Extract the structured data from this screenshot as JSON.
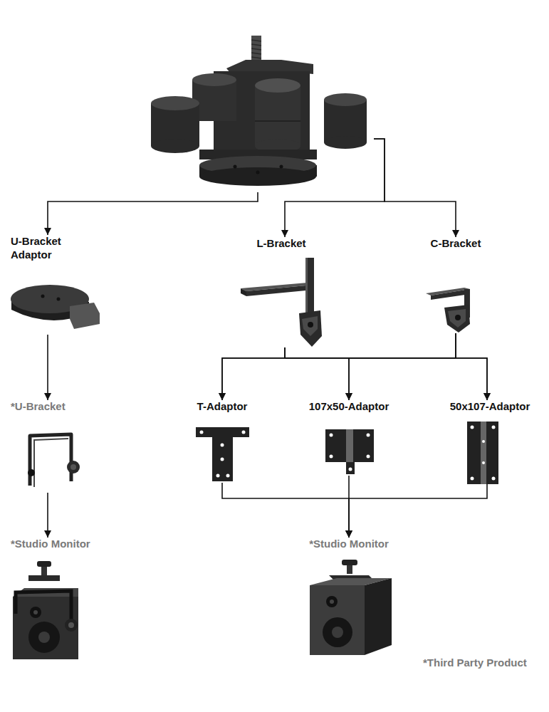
{
  "diagram": {
    "nodes": [
      {
        "text": []
      },
      {
        "text": [
          "U-Bracket Adaptor"
        ]
      },
      {
        "text": [
          "L-Bracket"
        ]
      },
      {
        "text": [
          "C-Bracket"
        ]
      },
      {
        "text": [
          "*U-Bracket"
        ]
      },
      {
        "text": [
          "T-Adaptor"
        ]
      },
      {
        "text": [
          "107x50-Adaptor"
        ]
      },
      {
        "text": [
          "50x107-Adaptor"
        ]
      },
      {
        "text": [
          "*Studio Monitor"
        ]
      },
      {
        "text": [
          "*Studio Monitor"
        ]
      }
    ],
    "edges": [
      {
        "from": 0,
        "to": 1,
        "arrow": "to"
      },
      {
        "from": 0,
        "to": 2,
        "arrow": "to"
      },
      {
        "from": 0,
        "to": 3,
        "arrow": "to"
      },
      {
        "from": 1,
        "to": 4,
        "arrow": "to"
      },
      {
        "from": 2,
        "to": 5,
        "arrow": "to"
      },
      {
        "from": 2,
        "to": 6,
        "arrow": "to"
      },
      {
        "from": 2,
        "to": 7,
        "arrow": "to"
      },
      {
        "from": 3,
        "to": 5,
        "arrow": "to"
      },
      {
        "from": 3,
        "to": 6,
        "arrow": "to"
      },
      {
        "from": 3,
        "to": 7,
        "arrow": "to"
      },
      {
        "from": 4,
        "to": 8,
        "arrow": "to"
      },
      {
        "from": 5,
        "to": 9,
        "arrow": "to"
      },
      {
        "from": 6,
        "to": 9,
        "arrow": "to"
      },
      {
        "from": 7,
        "to": 9,
        "arrow": "to"
      }
    ],
    "labels": [
      "*Third Party Product"
    ]
  }
}
